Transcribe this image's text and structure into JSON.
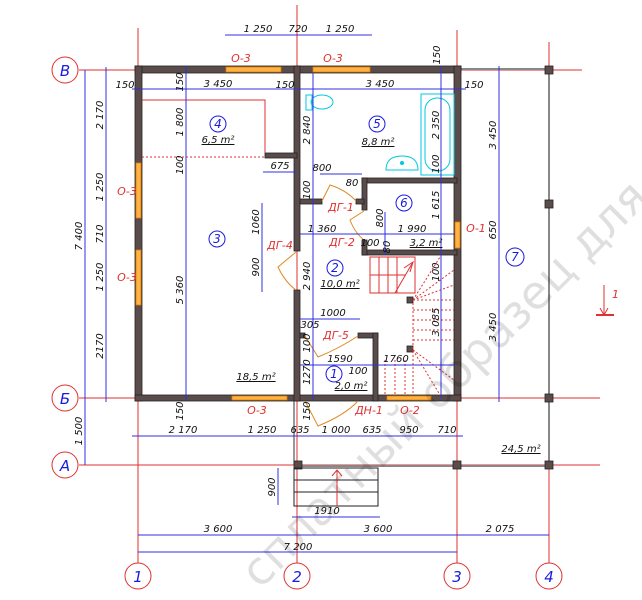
{
  "axes": {
    "rows": [
      "В",
      "Б",
      "А"
    ],
    "cols": [
      "1",
      "2",
      "3",
      "4"
    ]
  },
  "rooms": [
    {
      "number": "4",
      "area": "6,5 m²"
    },
    {
      "number": "5",
      "area": "8,8 m²"
    },
    {
      "number": "3",
      "area": "18,5 m²"
    },
    {
      "number": "6",
      "area": "3,2 m²"
    },
    {
      "number": "2",
      "area": "10,0 m²"
    },
    {
      "number": "1",
      "area": "2,0 m²"
    },
    {
      "number": "7",
      "area": "24,5 m²"
    }
  ],
  "openings": [
    "О-3",
    "О-3",
    "О-3",
    "О-3",
    "О-3",
    "О-2",
    "О-1",
    "ДГ-1",
    "ДГ-2",
    "ДГ-4",
    "ДГ-5",
    "ДН-1"
  ],
  "section_mark": "1",
  "dimensions": [
    "1 250",
    "720",
    "1 250",
    "150",
    "3 450",
    "150",
    "3 450",
    "150",
    "150",
    "150",
    "2 170",
    "1 250",
    "710",
    "1 250",
    "2170",
    "7 400",
    "1 500",
    "1 800",
    "100",
    "5 360",
    "675",
    "1060",
    "900",
    "2 840",
    "100",
    "2 940",
    "305",
    "100",
    "1270",
    "150",
    "150",
    "2 350",
    "100",
    "800",
    "80",
    "1 360",
    "100",
    "800",
    "80",
    "1 990",
    "1 615",
    "100",
    "3 085",
    "1000",
    "1590",
    "100",
    "1760",
    "3 450",
    "650",
    "3 450",
    "2 170",
    "1 250",
    "635",
    "1 000",
    "635",
    "950",
    "710",
    "900",
    "1910",
    "3 600",
    "3 600",
    "2 075",
    "7 200"
  ],
  "watermark": "сплатный образец для о",
  "colors": {
    "grid": "#e03030",
    "dimension": "#3030e0",
    "wall": "#5a4c4a",
    "window": "#ffb347",
    "fixture": "#00c8e0"
  }
}
